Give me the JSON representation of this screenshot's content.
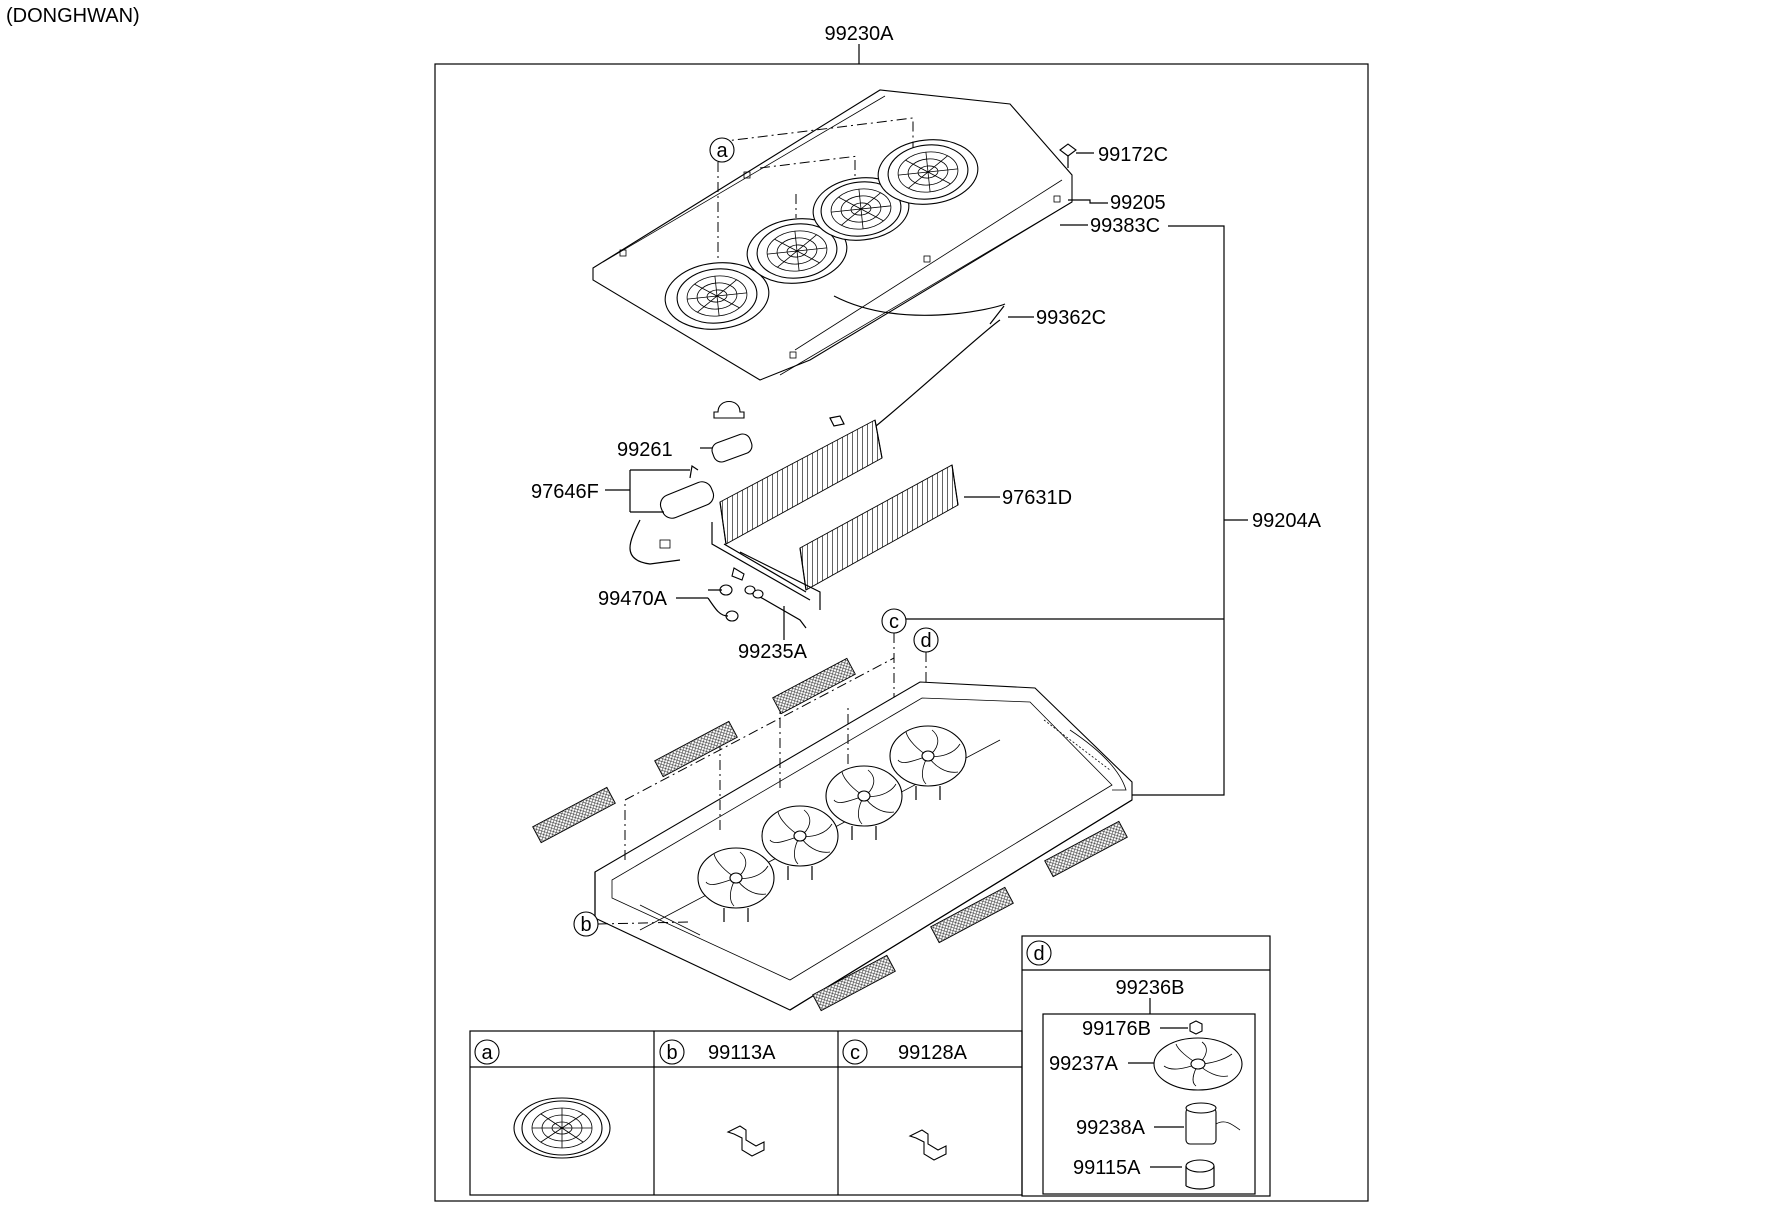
{
  "header": {
    "maker": "(DONGHWAN)"
  },
  "assembly": {
    "main_part_no": "99230A"
  },
  "callouts": {
    "p99172C": "99172C",
    "p99205": "99205",
    "p99383C": "99383C",
    "p99362C": "99362C",
    "p99261": "99261",
    "p97646F": "97646F",
    "p97631D": "97631D",
    "p99204A": "99204A",
    "p99470A": "99470A",
    "p99235A": "99235A"
  },
  "markers": {
    "a": "a",
    "b": "b",
    "c": "c",
    "d": "d"
  },
  "detail_panels": [
    {
      "marker": "a",
      "part_no": ""
    },
    {
      "marker": "b",
      "part_no": "99113A"
    },
    {
      "marker": "c",
      "part_no": "99128A"
    }
  ],
  "detail_d": {
    "marker": "d",
    "assembly_no": "99236B",
    "parts": [
      "99176B",
      "99237A",
      "99238A",
      "99115A"
    ]
  }
}
